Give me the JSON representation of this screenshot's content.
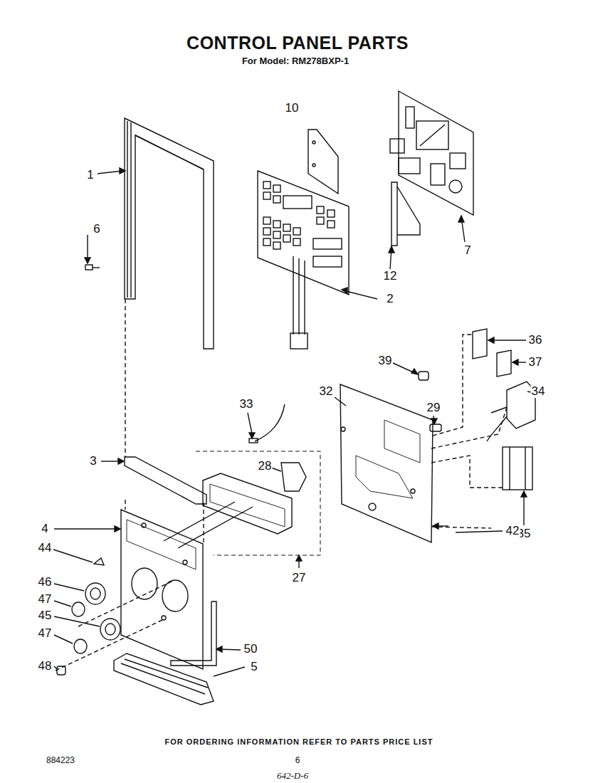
{
  "diagram": {
    "title": "CONTROL PANEL PARTS",
    "labels": [
      "For Model: RM278BXP-1",
      "10",
      "1",
      "6",
      "7",
      "12",
      "2",
      "36",
      "39",
      "37",
      "32",
      "34",
      "33",
      "29",
      "3",
      "28",
      "35",
      "4",
      "42",
      "44",
      "27",
      "46",
      "47",
      "45",
      "47",
      "48",
      "50",
      "5",
      "FOR ORDERING INFORMATION REFER TO PARTS PRICE LIST",
      "884223",
      "6",
      "642-D-6"
    ]
  }
}
